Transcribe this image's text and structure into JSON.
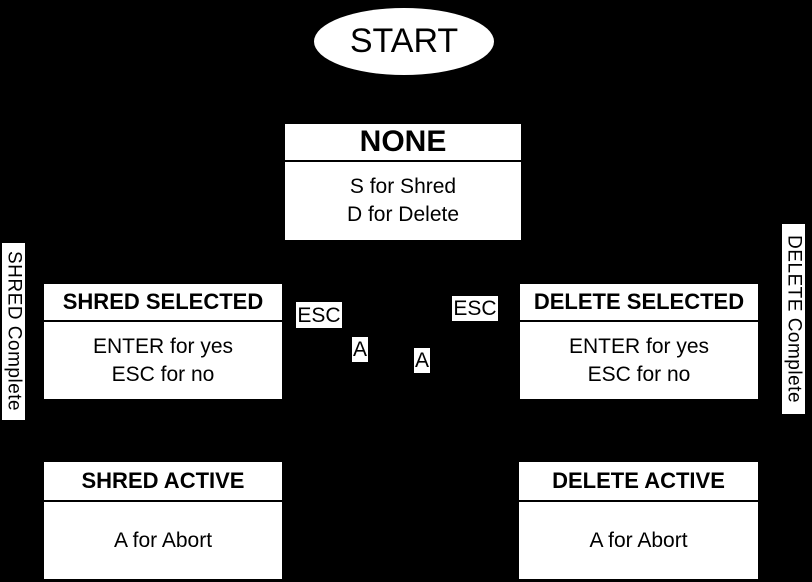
{
  "colors": {
    "background": "#000000",
    "node_fill": "#ffffff",
    "node_text": "#000000"
  },
  "start": {
    "label": "START"
  },
  "states": {
    "none": {
      "title": "NONE",
      "lines": [
        "S for Shred",
        "D for Delete"
      ]
    },
    "shred_selected": {
      "title": "SHRED SELECTED",
      "lines": [
        "ENTER for yes",
        "ESC for no"
      ]
    },
    "delete_selected": {
      "title": "DELETE SELECTED",
      "lines": [
        "ENTER for yes",
        "ESC for no"
      ]
    },
    "shred_active": {
      "title": "SHRED ACTIVE",
      "lines": [
        "A for Abort"
      ]
    },
    "delete_active": {
      "title": "DELETE ACTIVE",
      "lines": [
        "A for Abort"
      ]
    }
  },
  "transitions": {
    "esc_left": "ESC",
    "esc_right": "ESC",
    "abort_left": "A",
    "abort_right": "A",
    "shred_complete": "SHRED Complete",
    "delete_complete": "DELETE Complete"
  }
}
